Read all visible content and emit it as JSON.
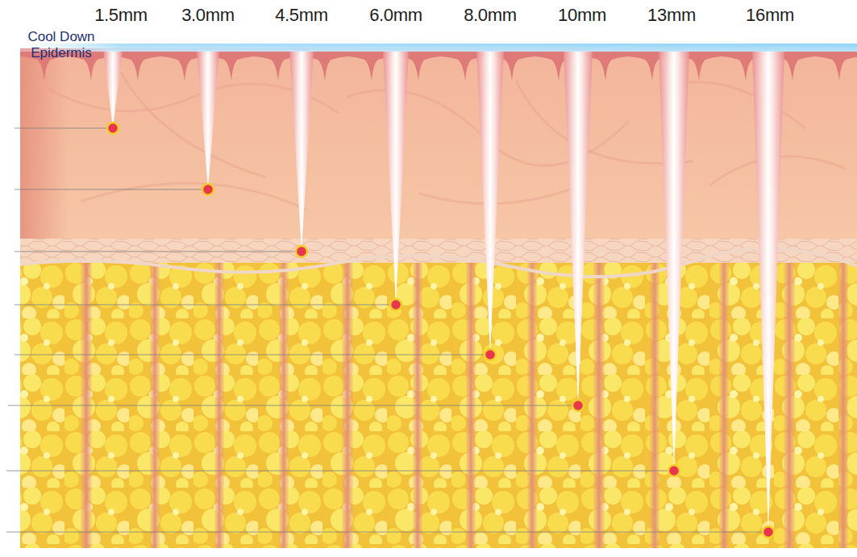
{
  "diagram": {
    "labels": [
      "1.5mm",
      "3.0mm",
      "4.5mm",
      "6.0mm",
      "8.0mm",
      "10mm",
      "13mm",
      "16mm",
      "Cool Down Epidermis"
    ]
  }
}
